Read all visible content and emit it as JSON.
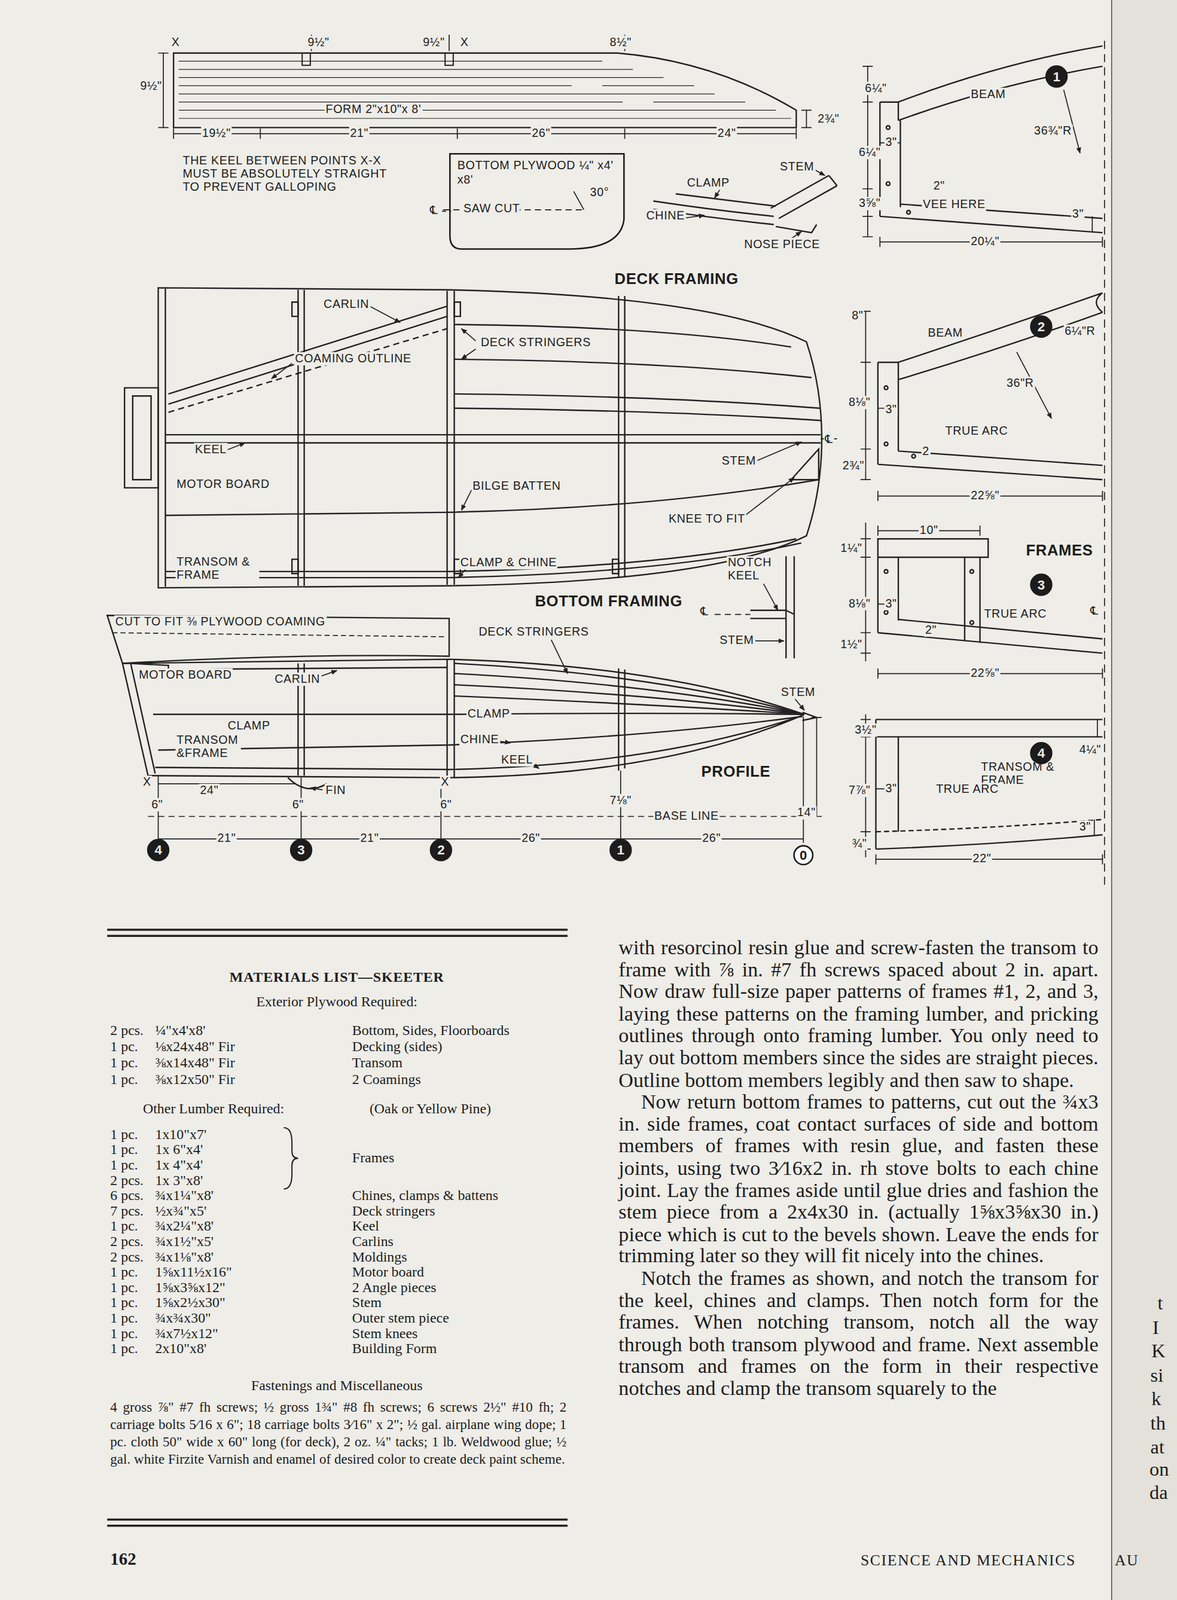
{
  "diagram": {
    "nodes": [
      {
        "text": [
          "1"
        ]
      },
      {
        "text": [
          "BOTTOM PLYWOOD ¼\" x4' x8'",
          "SAW CUT",
          "30°"
        ]
      },
      {
        "text": [
          "2"
        ]
      },
      {
        "text": [
          "3"
        ]
      },
      {
        "text": [
          "4"
        ]
      },
      {
        "text": [
          "4"
        ]
      },
      {
        "text": [
          "3"
        ]
      },
      {
        "text": [
          "2"
        ]
      },
      {
        "text": [
          "1"
        ]
      },
      {
        "text": [
          "0"
        ]
      }
    ],
    "labels": [
      "X",
      "9½\"",
      "9½\"",
      "X",
      "8½\"",
      "9½\"",
      "FORM 2\"x10\"x 8'",
      "2¾\"",
      "19½\"",
      "21\"",
      "26\"",
      "24\"",
      "THE KEEL BETWEEN POINTS X-X MUST BE ABSOLUTELY STRAIGHT TO PREVENT GALLOPING",
      "℄",
      "STEM",
      "CLAMP",
      "CHINE",
      "NOSE PIECE",
      "6¼\"",
      "BEAM",
      "36¾\"R",
      "6¼\"",
      "3\"",
      "2\"",
      "3⅝\"",
      "VEE HERE",
      "3\"",
      "20¼\"",
      "DECK FRAMING",
      "CARLIN",
      "COAMING OUTLINE",
      "DECK STRINGERS",
      "KEEL",
      "MOTOR BOARD",
      "STEM",
      "℄",
      "BILGE BATTEN",
      "KNEE TO FIT",
      "8\"",
      "BEAM",
      "6¼\"R",
      "36\"R",
      "8⅛\"",
      "3\"",
      "TRUE ARC",
      "2",
      "2¾\"",
      "22⅝\"",
      "10\"",
      "FRAMES",
      "1¼\"",
      "8⅛\"",
      "3\"",
      "TRUE ARC",
      "2\"",
      "1½\"",
      "22⅝\"",
      "℄",
      "TRANSOM & FRAME",
      "CLAMP & CHINE",
      "NOTCH KEEL",
      "BOTTOM FRAMING",
      "℄",
      "STEM",
      "CUT TO FIT ⅜ PLYWOOD COAMING",
      "DECK STRINGERS",
      "MOTOR BOARD",
      "CARLIN",
      "STEM",
      "CLAMP",
      "CLAMP",
      "TRANSOM &FRAME",
      "CHINE",
      "KEEL",
      "PROFILE",
      "X",
      "X",
      "24\"",
      "FIN",
      "7⅛\"",
      "BASE LINE",
      "14\"",
      "6\"",
      "6\"",
      "6\"",
      "21\"",
      "21\"",
      "26\"",
      "26\"",
      "3½\"",
      "4¼\"",
      "7⅞\"",
      "3\"",
      "TRANSOM & FRAME",
      "TRUE ARC",
      "3\"",
      "¾\"",
      "22\"",
      "MATERIALS LIST—SKEETER",
      "Exterior Plywood Required:",
      "2 pcs.",
      "¼\"x4'x8'",
      "Bottom, Sides, Floorboards",
      "1 pc.",
      "⅛x24x48\" Fir",
      "Decking (sides)",
      "1 pc.",
      "⅜x14x48\" Fir",
      "Transom",
      "1 pc.",
      "⅜x12x50\" Fir",
      "2 Coamings",
      "Other Lumber Required:",
      "(Oak or Yellow Pine)",
      "1 pc.",
      "1x10\"x7'",
      "1 pc.",
      "1x 6\"x4'",
      "1 pc.",
      "1x 4\"x4'",
      "2 pcs.",
      "1x 3\"x8'",
      "Frames",
      "6 pcs.",
      "¾x1¼\"x8'",
      "Chines, clamps & battens",
      "7 pcs.",
      "½x¾\"x5'",
      "Deck stringers",
      "1 pc.",
      "¾x2¼\"x8'",
      "Keel",
      "2 pcs.",
      "¾x1½\"x5'",
      "Carlins",
      "2 pcs.",
      "¾x1⅛\"x8'",
      "Moldings",
      "1 pc.",
      "1⅝x11½x16\"",
      "Motor board",
      "1 pc.",
      "1⅝x3⅝x12\"",
      "2 Angle pieces",
      "1 pc.",
      "1⅝x2½x30\"",
      "Stem",
      "1 pc.",
      "¾x¾x30\"",
      "Outer stem piece",
      "1 pc.",
      "¾x7½x12\"",
      "Stem knees",
      "1 pc.",
      "2x10\"x8'",
      "Building Form",
      "Fastenings and Miscellaneous",
      "4 gross ⅞\" #7 fh screws; ½ gross 1¾\" #8 fh screws; 6 screws 2½\" #10 fh; 2 carriage bolts 5⁄16 x 6\"; 18 carriage bolts 3⁄16\" x 2\"; ½ gal. airplane wing dope; 1 pc. cloth 50\" wide x 60\" long (for deck), 2 oz. ¼\" tacks; 1 lb. Weldwood glue; ½ gal. white Firzite Varnish and enamel of desired color to create deck paint scheme.",
      "with resorcinol resin glue and screw-fasten the transom to frame with ⅞ in. #7 fh screws spaced about 2 in. apart. Now draw full-size paper patterns of frames #1, 2, and 3, laying these patterns on the framing lumber, and pricking outlines through onto framing lumber. You only need to lay out bottom members since the sides are straight pieces. Outline bottom members legibly and then saw to shape.",
      "Now return bottom frames to patterns, cut out the ¾x3 in. side frames, coat contact surfaces of side and bottom members of frames with resin glue, and fasten these joints, using two 3⁄16x2 in. rh stove bolts to each chine joint. Lay the frames aside until glue dries and fashion the stem piece from a 2x4x30 in. (actually 1⅝x3⅝x30 in.) piece which is cut to the bevels shown. Leave the ends for trimming later so they will fit nicely into the chines.",
      "Notch the frames as shown, and notch the transom for the keel, chines and clamps. Then notch form for the frames. When notching transom, notch all the way through both transom plywood and frame. Next assemble transom and frames on the form in their respective notches and clamp the transom squarely to the",
      "162",
      "SCIENCE AND MECHANICS",
      "AU",
      "t",
      "I",
      "K",
      "si",
      "k",
      "th",
      "at",
      "on",
      "da"
    ]
  }
}
